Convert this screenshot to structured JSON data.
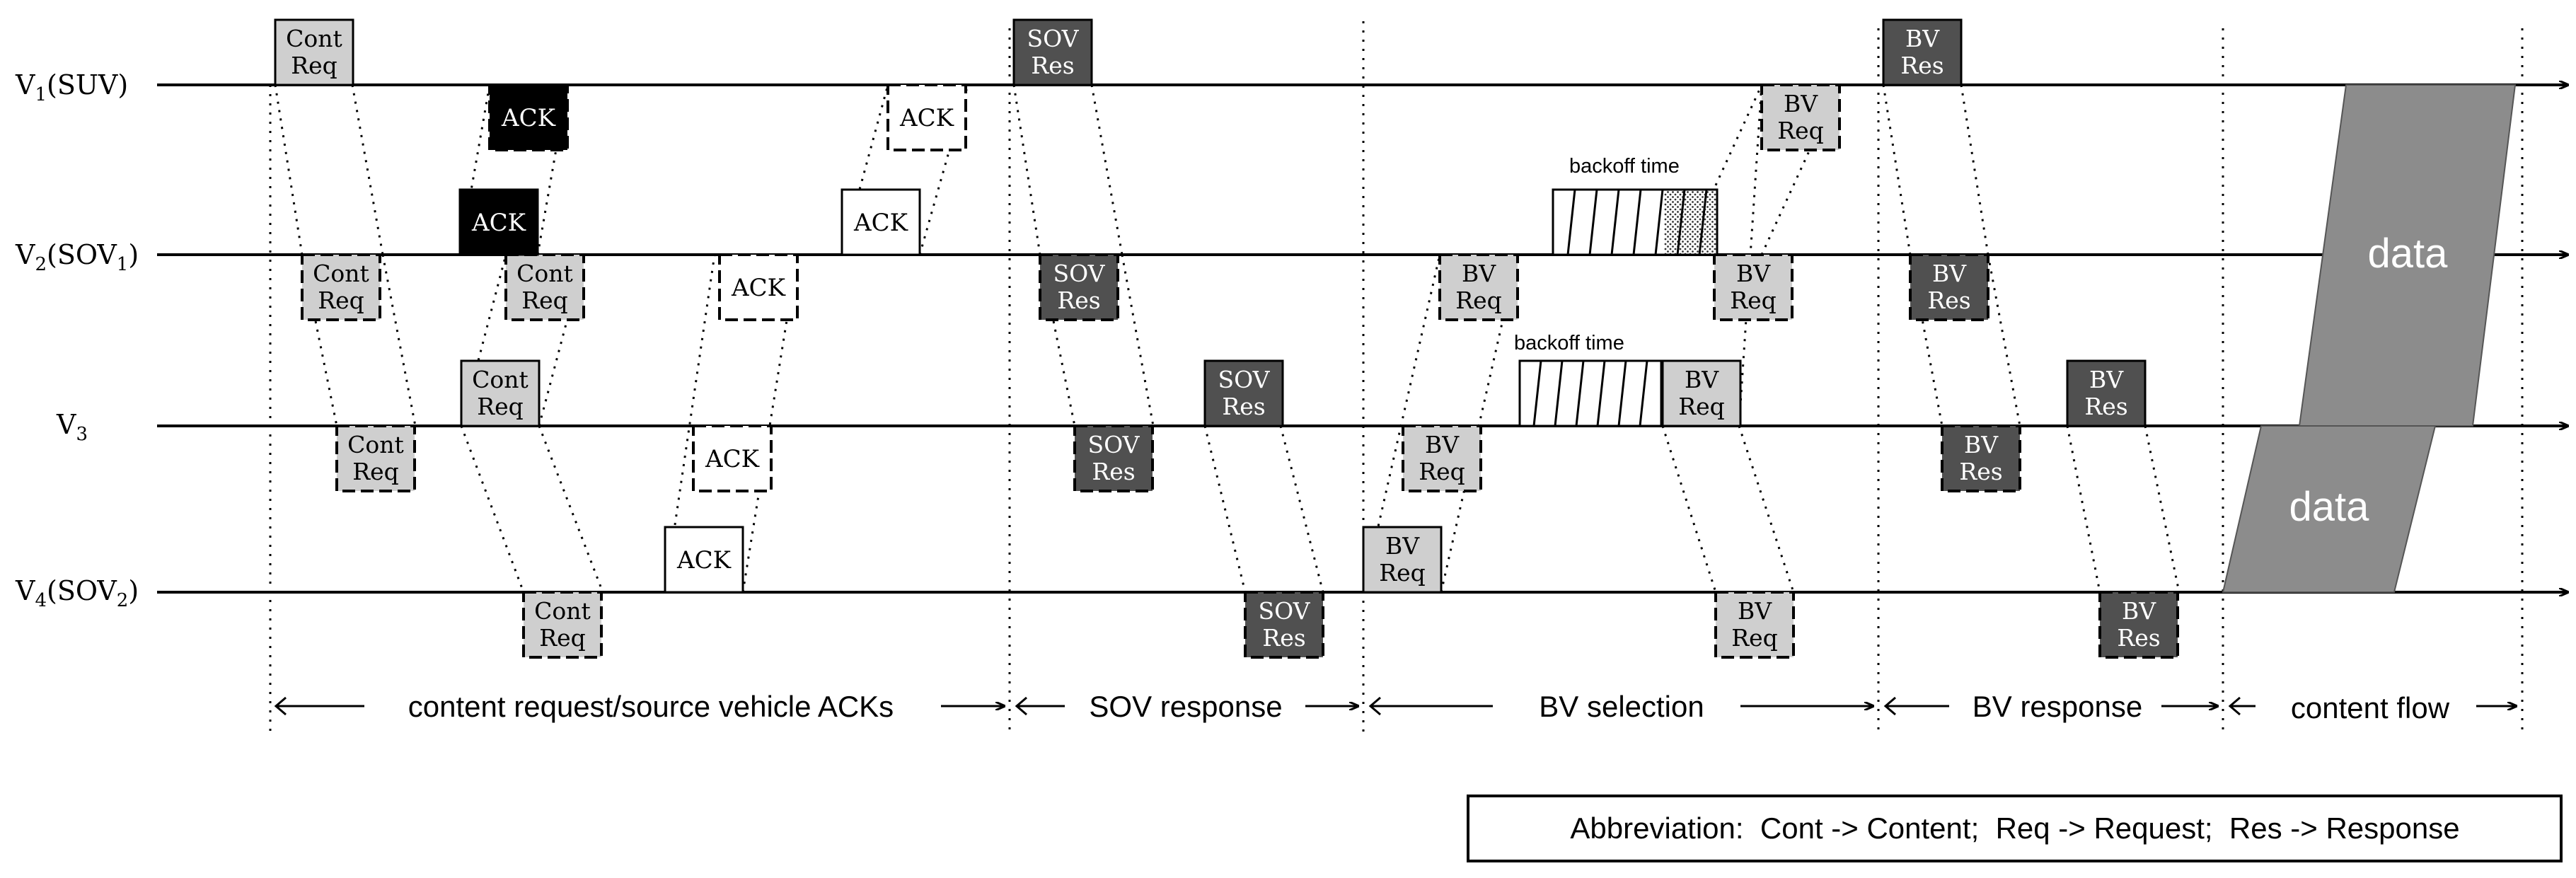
{
  "vehicles": [
    {
      "id": "v1",
      "name": "V",
      "sub": "1",
      "suffix": "(SUV)",
      "suffix_sub": ""
    },
    {
      "id": "v2",
      "name": "V",
      "sub": "2",
      "suffix": "(SOV",
      "suffix_sub": "1",
      "close": ")"
    },
    {
      "id": "v3",
      "name": "V",
      "sub": "3",
      "suffix": "",
      "suffix_sub": ""
    },
    {
      "id": "v4",
      "name": "V",
      "sub": "4",
      "suffix": "(SOV",
      "suffix_sub": "2",
      "close": ")"
    }
  ],
  "messages": {
    "cont_req": [
      "Cont",
      "Req"
    ],
    "ack": "ACK",
    "sov_res": [
      "SOV",
      "Res"
    ],
    "bv_req": [
      "BV",
      "Req"
    ],
    "bv_res": [
      "BV",
      "Res"
    ],
    "data": "data"
  },
  "backoff_label": "backoff time",
  "phases": [
    "content request/source vehicle ACKs",
    "SOV response",
    "BV selection",
    "BV response",
    "content flow"
  ],
  "abbreviation": "Abbreviation:  Cont -> Content;  Req -> Request;  Res -> Response",
  "colors": {
    "light_gray": "#cfcfcf",
    "dark_gray": "#505050",
    "black": "#000000",
    "white": "#ffffff",
    "data_gray": "#8c8c8c"
  }
}
